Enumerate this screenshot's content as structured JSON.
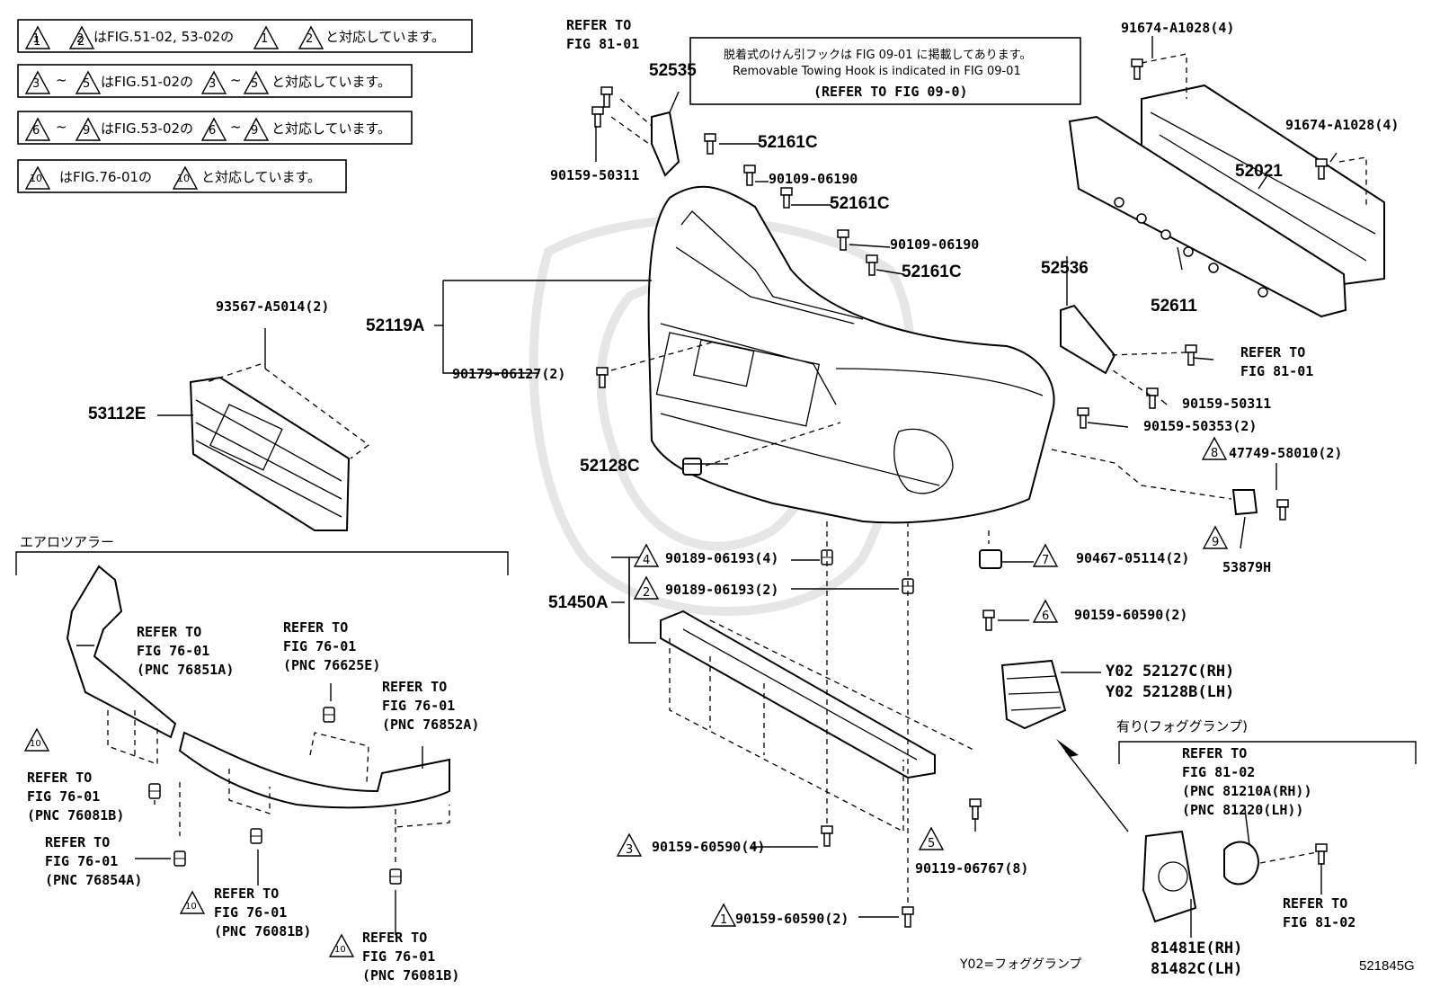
{
  "legend": [
    {
      "text": "はFIG.51-02, 53-02の",
      "tris_before": [
        "1",
        "2"
      ],
      "tris_after": [
        "1",
        "2"
      ],
      "tail": "と対応しています。"
    },
    {
      "text": "はFIG.51-02の",
      "tris_before": [
        "3",
        "5"
      ],
      "tris_after": [
        "3",
        "5"
      ],
      "tail": "と対応しています。"
    },
    {
      "text": "はFIG.53-02の",
      "tris_before": [
        "6",
        "9"
      ],
      "tris_after": [
        "6",
        "9"
      ],
      "tail": "と対応しています。"
    },
    {
      "text": "はFIG.76-01の",
      "tris_before": [
        "10"
      ],
      "tris_after": [
        "10"
      ],
      "tail": "と対応しています。"
    }
  ],
  "notice": {
    "jp": "脱着式のけん引フックは FIG 09-01 に掲載してあります。",
    "en": "Removable Towing Hook is indicated in FIG 09-01",
    "ref": "(REFER TO FIG 09-0)"
  },
  "sections": {
    "aero": "エアロツアラー",
    "foglamp_opt": "有り(フォググランプ)",
    "y02_note": "Y02=フォググランプ",
    "figure_id": "521845G"
  },
  "parts": {
    "p52535": "52535",
    "p52161c_a": "52161C",
    "p52161c_b": "52161C",
    "p52161c_c": "52161C",
    "p90109_a": "90109-06190",
    "p90109_b": "90109-06190",
    "p90159_50311_a": "90159-50311",
    "p90159_50311_b": "90159-50311",
    "p91674_a": "91674-A1028(4)",
    "p91674_b": "91674-A1028(4)",
    "p52021": "52021",
    "p52611": "52611",
    "p52536": "52536",
    "p52119a": "52119A",
    "p90179": "90179-06127(2)",
    "p93567": "93567-A5014(2)",
    "p53112e": "53112E",
    "p52128c": "52128C",
    "p90159_50353": "90159-50353(2)",
    "p47749": "47749-58010(2)",
    "p53879h": "53879H",
    "p90467": "90467-05114(2)",
    "p90159_60590_a": "90159-60590(2)",
    "p90159_60590_b": "90159-60590(4)",
    "p90159_60590_c": "90159-60590(2)",
    "p90189_a": "90189-06193(4)",
    "p90189_b": "90189-06193(2)",
    "p51450a": "51450A",
    "p90119": "90119-06767(8)",
    "p52127c": "Y02 52127C(RH)",
    "p52128b": "Y02 52128B(LH)",
    "p81481e": "81481E(RH)",
    "p81482c": "81482C(LH)"
  },
  "refs": {
    "r_top_a": "REFER TO",
    "r_top_b": "FIG 81-01",
    "r_right_a": "REFER TO",
    "r_right_b": "FIG 81-01",
    "r_8102_a": "REFER TO",
    "r_8102_b": "FIG 81-02",
    "r_8102_c": "(PNC 81210A(RH))",
    "r_8102_d": "(PNC 81220(LH))",
    "r_8102s_a": "REFER TO",
    "r_8102s_b": "FIG 81-02",
    "r1_a": "REFER TO",
    "r1_b": "FIG 76-01",
    "r1_c": "(PNC 76851A)",
    "r2_a": "REFER TO",
    "r2_b": "FIG 76-01",
    "r2_c": "(PNC 76625E)",
    "r3_a": "REFER TO",
    "r3_b": "FIG 76-01",
    "r3_c": "(PNC 76852A)",
    "r4_a": "REFER TO",
    "r4_b": "FIG 76-01",
    "r4_c": "(PNC 76081B)",
    "r5_a": "REFER TO",
    "r5_b": "FIG 76-01",
    "r5_c": "(PNC 76854A)",
    "r6_a": "REFER TO",
    "r6_b": "FIG 76-01",
    "r6_c": "(PNC 76081B)",
    "r7_a": "REFER TO",
    "r7_b": "FIG 76-01",
    "r7_c": "(PNC 76081B)"
  },
  "markers": {
    "m1": "1",
    "m2": "2",
    "m3": "3",
    "m4": "4",
    "m5": "5",
    "m6": "6",
    "m7": "7",
    "m8": "8",
    "m9": "9",
    "m10": "10"
  }
}
